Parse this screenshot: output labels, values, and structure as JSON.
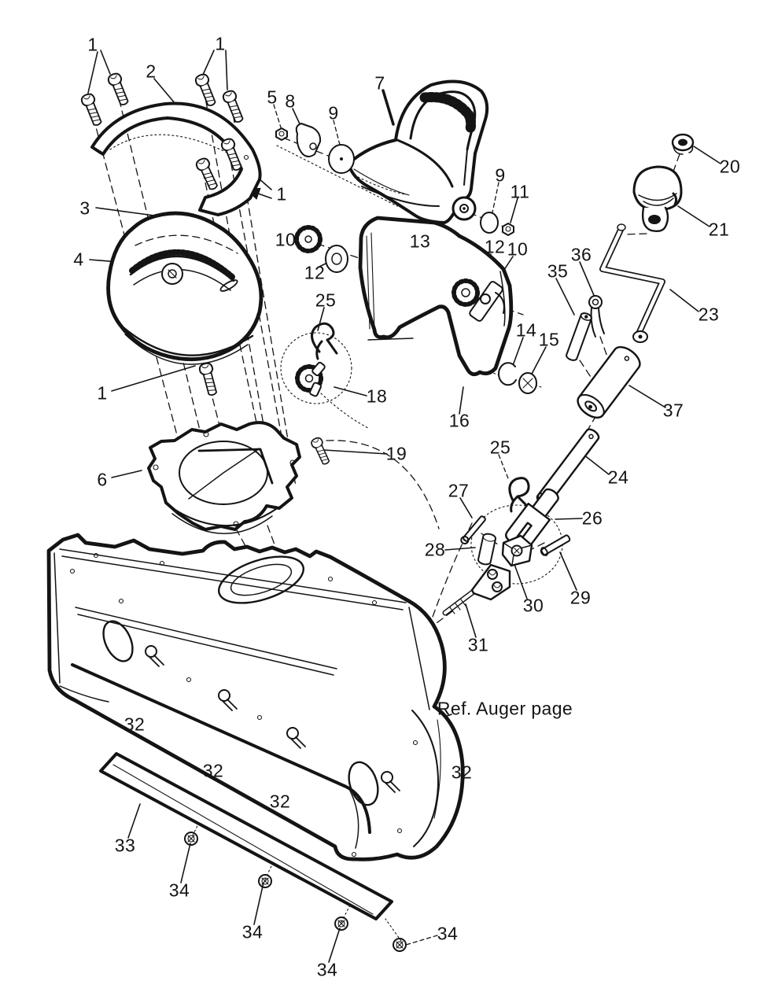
{
  "diagram": {
    "background": "#ffffff",
    "line_color": "#141414",
    "annotation": {
      "ref_auger": "Ref. Auger page"
    },
    "callouts": {
      "c1a": "1",
      "c1b": "1",
      "c1c": "1",
      "c1d": "1",
      "c2": "2",
      "c3": "3",
      "c4": "4",
      "c5": "5",
      "c6": "6",
      "c7": "7",
      "c8": "8",
      "c9a": "9",
      "c9b": "9",
      "c10a": "10",
      "c10b": "10",
      "c11": "11",
      "c12a": "12",
      "c12b": "12",
      "c13": "13",
      "c14": "14",
      "c15": "15",
      "c16": "16",
      "c18": "18",
      "c19": "19",
      "c20": "20",
      "c21": "21",
      "c23": "23",
      "c24": "24",
      "c25a": "25",
      "c25b": "25",
      "c26": "26",
      "c27": "27",
      "c28": "28",
      "c29": "29",
      "c30": "30",
      "c31": "31",
      "c32a": "32",
      "c32b": "32",
      "c32c": "32",
      "c32d": "32",
      "c33": "33",
      "c34a": "34",
      "c34b": "34",
      "c34c": "34",
      "c34d": "34",
      "c35": "35",
      "c36": "36",
      "c37": "37"
    }
  }
}
